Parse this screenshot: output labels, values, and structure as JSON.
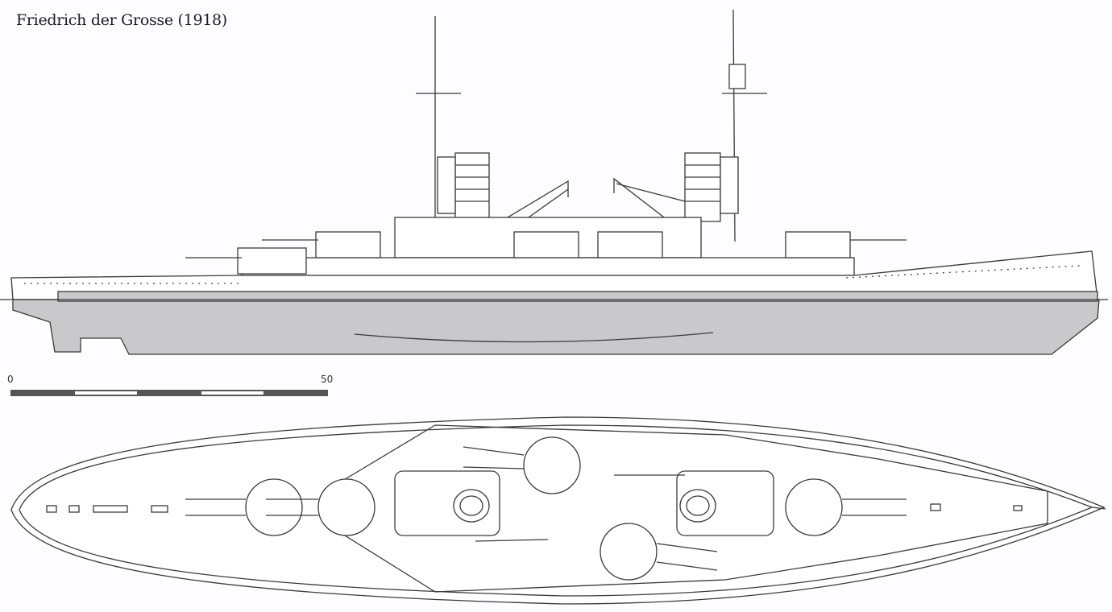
{
  "title": "Friedrich der Grosse (1918)",
  "scale": {
    "start_label": "0",
    "end_label": "50"
  },
  "colors": {
    "hull": "#c9c9cb",
    "line": "#3a3a3a",
    "background": "#fdfdff"
  }
}
